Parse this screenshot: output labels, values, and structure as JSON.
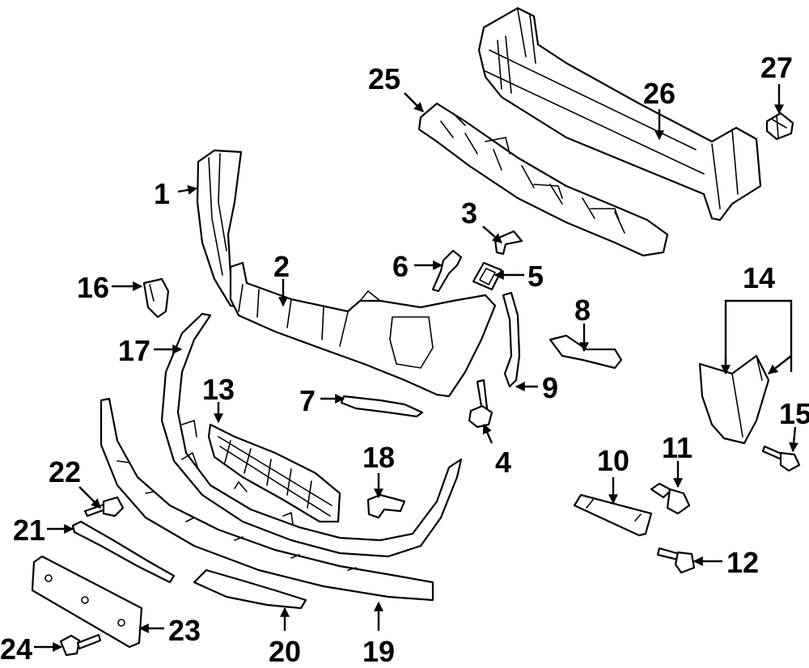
{
  "parts": [
    {
      "id": "1",
      "label": "1"
    },
    {
      "id": "2",
      "label": "2"
    },
    {
      "id": "3",
      "label": "3"
    },
    {
      "id": "4",
      "label": "4"
    },
    {
      "id": "5",
      "label": "5"
    },
    {
      "id": "6",
      "label": "6"
    },
    {
      "id": "7",
      "label": "7"
    },
    {
      "id": "8",
      "label": "8"
    },
    {
      "id": "9",
      "label": "9"
    },
    {
      "id": "10",
      "label": "10"
    },
    {
      "id": "11",
      "label": "11"
    },
    {
      "id": "12",
      "label": "12"
    },
    {
      "id": "13",
      "label": "13"
    },
    {
      "id": "14",
      "label": "14"
    },
    {
      "id": "15",
      "label": "15"
    },
    {
      "id": "16",
      "label": "16"
    },
    {
      "id": "17",
      "label": "17"
    },
    {
      "id": "18",
      "label": "18"
    },
    {
      "id": "19",
      "label": "19"
    },
    {
      "id": "20",
      "label": "20"
    },
    {
      "id": "21",
      "label": "21"
    },
    {
      "id": "22",
      "label": "22"
    },
    {
      "id": "23",
      "label": "23"
    },
    {
      "id": "24",
      "label": "24"
    },
    {
      "id": "25",
      "label": "25"
    },
    {
      "id": "26",
      "label": "26"
    },
    {
      "id": "27",
      "label": "27"
    }
  ]
}
